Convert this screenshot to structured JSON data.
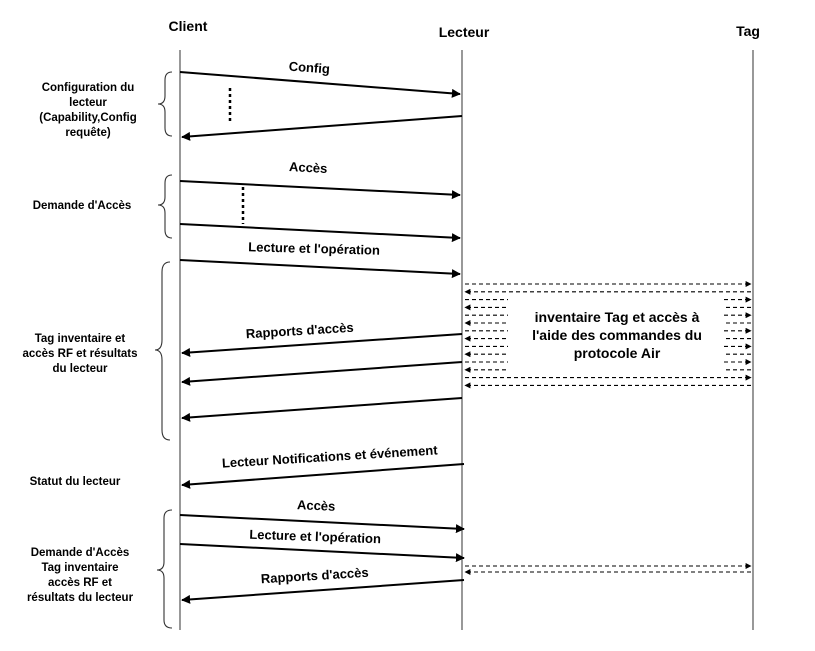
{
  "headers": {
    "client": "Client",
    "lecteur": "Lecteur",
    "tag": "Tag"
  },
  "side_labels": {
    "config_line1": "Configuration du",
    "config_line2": "lecteur",
    "config_line3": "(Capability,Config",
    "config_line4": "requête)",
    "demande": "Demande d'Accès",
    "inventaire_line1": "Tag inventaire et",
    "inventaire_line2": "accès RF et résultats",
    "inventaire_line3": "du lecteur",
    "statut": "Statut du lecteur",
    "final_line1": "Demande d'Accès",
    "final_line2": "Tag inventaire",
    "final_line3": "accès RF et",
    "final_line4": "résultats du lecteur"
  },
  "messages": {
    "config": "Config",
    "acces1": "Accès",
    "lecture1": "Lecture et l'opération",
    "rapports1": "Rapports d'accès",
    "notifications": "Lecteur Notifications et événement",
    "acces2": "Accès",
    "lecture2": "Lecture et l'opération",
    "rapports2": "Rapports d'accès"
  },
  "box": {
    "line1": "inventaire Tag et accès à",
    "line2": "l'aide des commandes du",
    "line3": "protocole Air"
  }
}
